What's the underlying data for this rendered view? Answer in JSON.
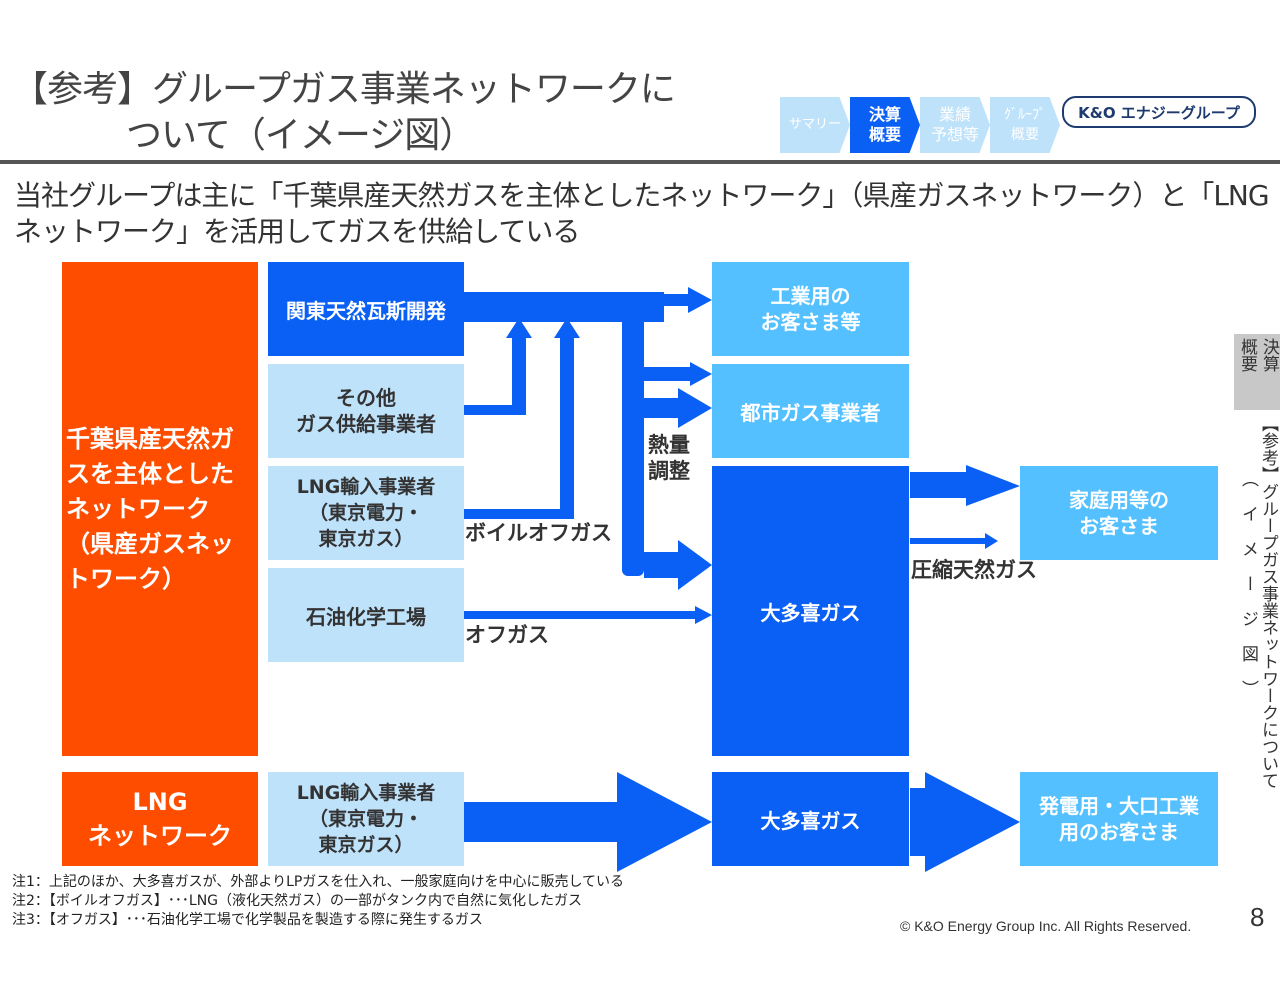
{
  "header": {
    "title_line1": "【参考】グループガス事業ネットワークに",
    "title_line2": "ついて（イメージ図）",
    "subtitle": "当社グループは主に「千葉県産天然ガスを主体としたネットワーク」（県産ガスネットワーク）と「LNGネットワーク」を活用してガスを供給している"
  },
  "nav": {
    "steps": [
      {
        "label": "サマリー",
        "active": false
      },
      {
        "label": "決算\n概要",
        "active": true
      },
      {
        "label": "業績\n予想等",
        "active": false
      },
      {
        "label": "ｸﾞﾙｰﾌﾟ\n概要",
        "active": false
      }
    ],
    "logo": "K&O エナジーグループ"
  },
  "side": {
    "tab": "決算\n概要",
    "section": "【参考】グループガス事業ネットワークについて",
    "section_sub": "（イメージ図）"
  },
  "diagram": {
    "networks": {
      "prefectural": "千葉県産天然ガスを主体としたネットワーク（県産ガスネットワーク）",
      "lng": "LNG\nネットワーク"
    },
    "suppliers": {
      "kanto": "関東天然瓦斯開発",
      "other": "その他\nガス供給事業者",
      "lng_importer": "LNG輸入事業者\n（東京電力・\n東京ガス）",
      "petrochem": "石油化学工場",
      "lng_importer2": "LNG輸入事業者\n（東京電力・\n東京ガス）"
    },
    "customers": {
      "industrial": "工業用の\nお客さま等",
      "city_gas": "都市ガス事業者",
      "household": "家庭用等の\nお客さま",
      "power": "発電用・大口工業\n用のお客さま"
    },
    "operators": {
      "otaki1": "大多喜ガス",
      "otaki2": "大多喜ガス"
    },
    "flow_labels": {
      "boil_off": "ボイルオフガス",
      "off_gas": "オフガス",
      "heat_adjust": "熱量\n調整",
      "cng": "圧縮天然ガス"
    }
  },
  "notes": [
    "注1：上記のほか、大多喜ガスが、外部よりLPガスを仕入れ、一般家庭向けを中心に販売している",
    "注2：【ボイルオフガス】･･･LNG（液化天然ガス）の一部がタンク内で自然に気化したガス",
    "注3：【オフガス】･･･石油化学工場で化学製品を製造する際に発生するガス"
  ],
  "footer": {
    "copyright": "© K&O Energy Group Inc. All Rights Reserved.",
    "page": "8"
  }
}
